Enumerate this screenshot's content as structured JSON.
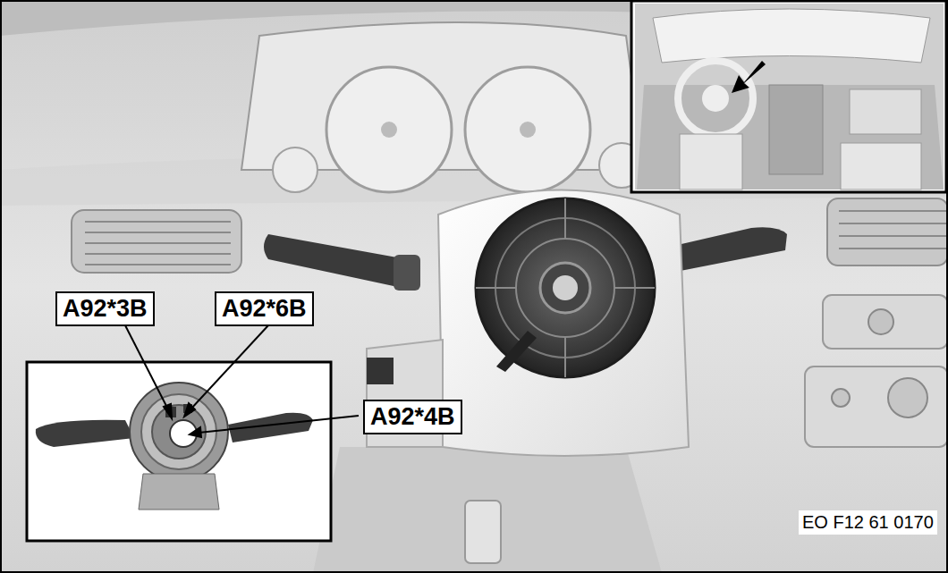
{
  "diagram": {
    "nodes": [
      {
        "text": [
          "A92*3B"
        ]
      },
      {
        "text": [
          "A92*6B"
        ]
      },
      {
        "text": [
          "A92*4B"
        ]
      }
    ],
    "labels": [
      "EO F12 61 0170"
    ]
  }
}
